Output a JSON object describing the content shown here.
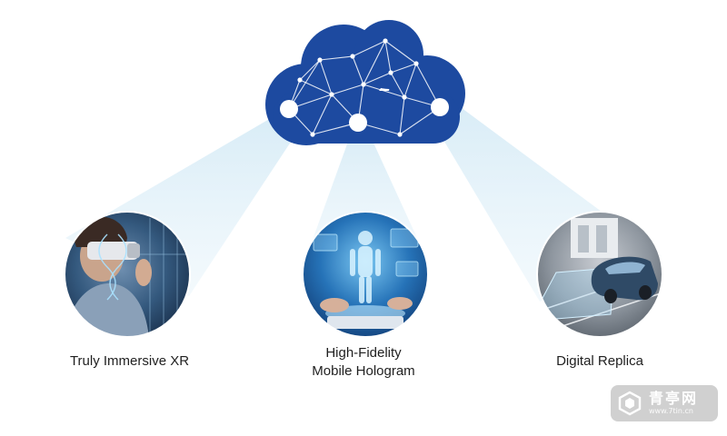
{
  "items": [
    {
      "label": "Truly Immersive XR"
    },
    {
      "label_lines": [
        "High-Fidelity",
        "Mobile Hologram"
      ]
    },
    {
      "label": "Digital Replica"
    }
  ],
  "watermark": {
    "text": "青亭网",
    "url": "www.7tin.cn"
  },
  "colors": {
    "cloud": "#1d4aa0",
    "beam": "#cfe6f3",
    "mesh": "#ffffff",
    "label": "#1f1f1f"
  }
}
